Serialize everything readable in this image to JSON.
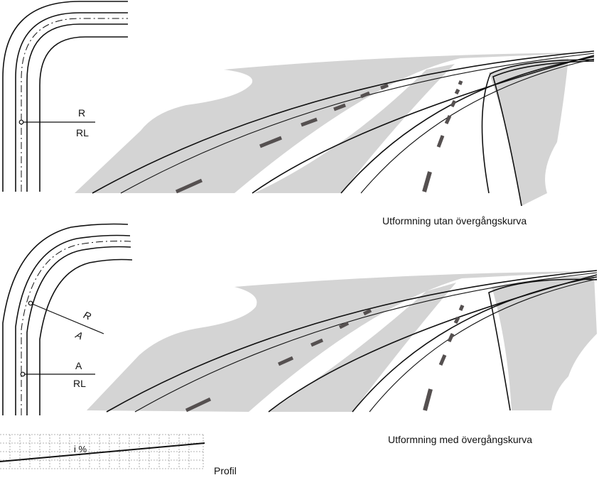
{
  "top_plan": {
    "label_top": "R",
    "label_bottom": "RL"
  },
  "bottom_plan": {
    "label_diag_top": "R",
    "label_diag_bottom": "A",
    "label_top": "A",
    "label_bottom": "RL"
  },
  "captions": {
    "without_transition": "Utformning utan övergångskurva",
    "with_transition": "Utformning med övergångskurva",
    "profile": "Profil"
  },
  "profile": {
    "slope_label": "i %"
  },
  "colors": {
    "line": "#111111",
    "shoulder": "#d4d4d4",
    "dash": "#555050",
    "grid": "#9a9a9a"
  }
}
